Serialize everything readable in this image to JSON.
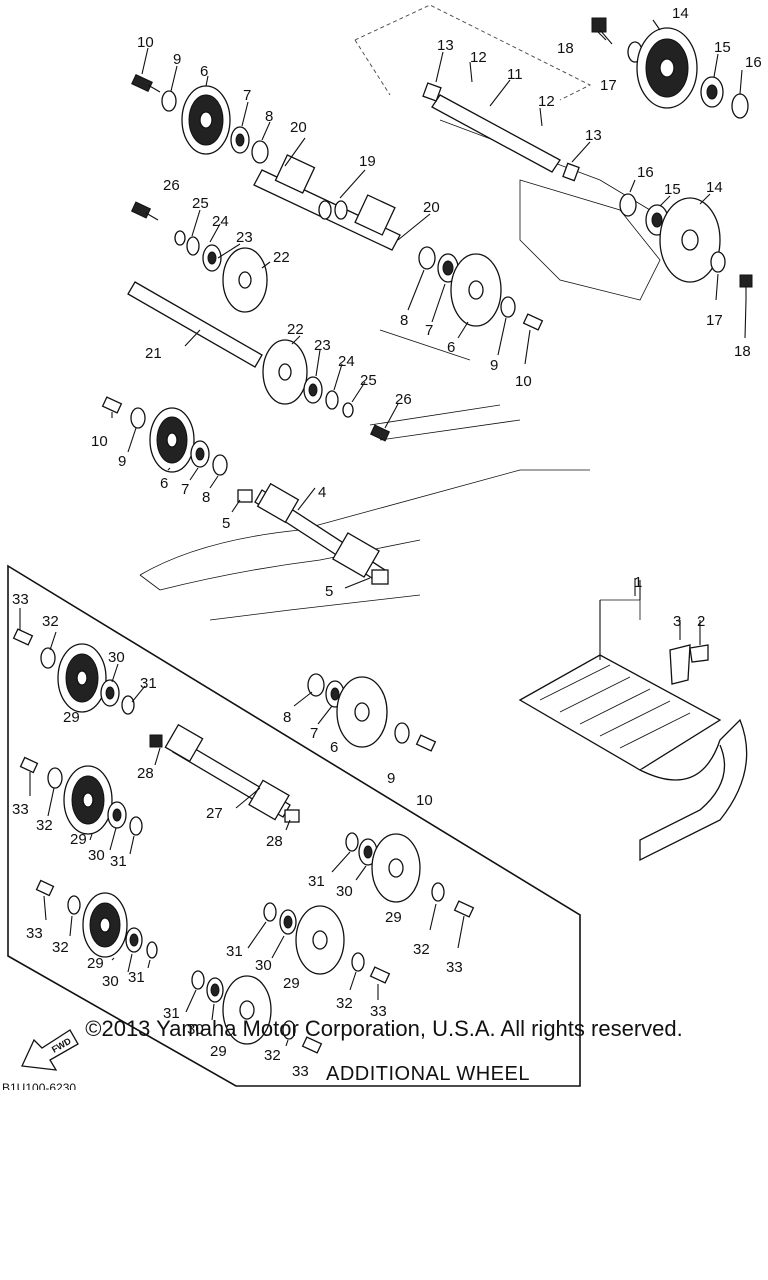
{
  "diagram": {
    "callouts": {
      "c1": "1",
      "c2": "2",
      "c3": "3",
      "c4": "4",
      "c5": "5",
      "c6": "6",
      "c7": "7",
      "c8": "8",
      "c9": "9",
      "c10": "10",
      "c11": "11",
      "c12": "12",
      "c13": "13",
      "c14": "14",
      "c15": "15",
      "c16": "16",
      "c17": "17",
      "c18": "18",
      "c19": "19",
      "c20": "20",
      "c21": "21",
      "c22": "22",
      "c23": "23",
      "c24": "24",
      "c25": "25",
      "c26": "26",
      "c27": "27",
      "c28": "28",
      "c29": "29",
      "c30": "30",
      "c31": "31",
      "c32": "32",
      "c33": "33"
    },
    "additional_wheel_label": "ADDITIONAL WHEEL",
    "fwd_label": "FWD",
    "diagram_code": "B1U100-6230"
  },
  "footer": {
    "copyright": "©2013 Yamaha Motor Corporation, U.S.A. All rights reserved."
  }
}
